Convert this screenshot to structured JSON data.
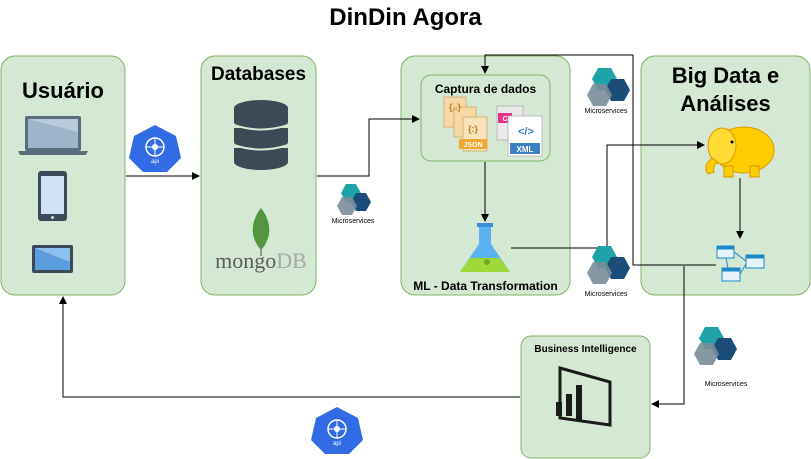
{
  "title": "DinDin Agora",
  "nodes": {
    "usuario": "Usuário",
    "databases": "Databases",
    "mongodb": "mongoDB",
    "captura": "Captura de dados",
    "ml": "ML - Data Transformation",
    "bigdata_line1": "Big Data e",
    "bigdata_line2": "Análises",
    "bi": "Business Intelligence"
  },
  "file_labels": {
    "json": "JSON",
    "xml": "XML",
    "csv": "C"
  },
  "badges": {
    "api": "api",
    "microservices": "Microservices"
  },
  "colors": {
    "box_fill": "#d5e8d4",
    "box_stroke": "#82b366",
    "k8s_blue": "#326ce5",
    "hex_teal": "#1fa3a8",
    "hex_navy": "#1b4d7a",
    "hadoop_yellow": "#ffcc00",
    "mongo_green": "#4a9a3c",
    "db_dark": "#3d4a55"
  }
}
